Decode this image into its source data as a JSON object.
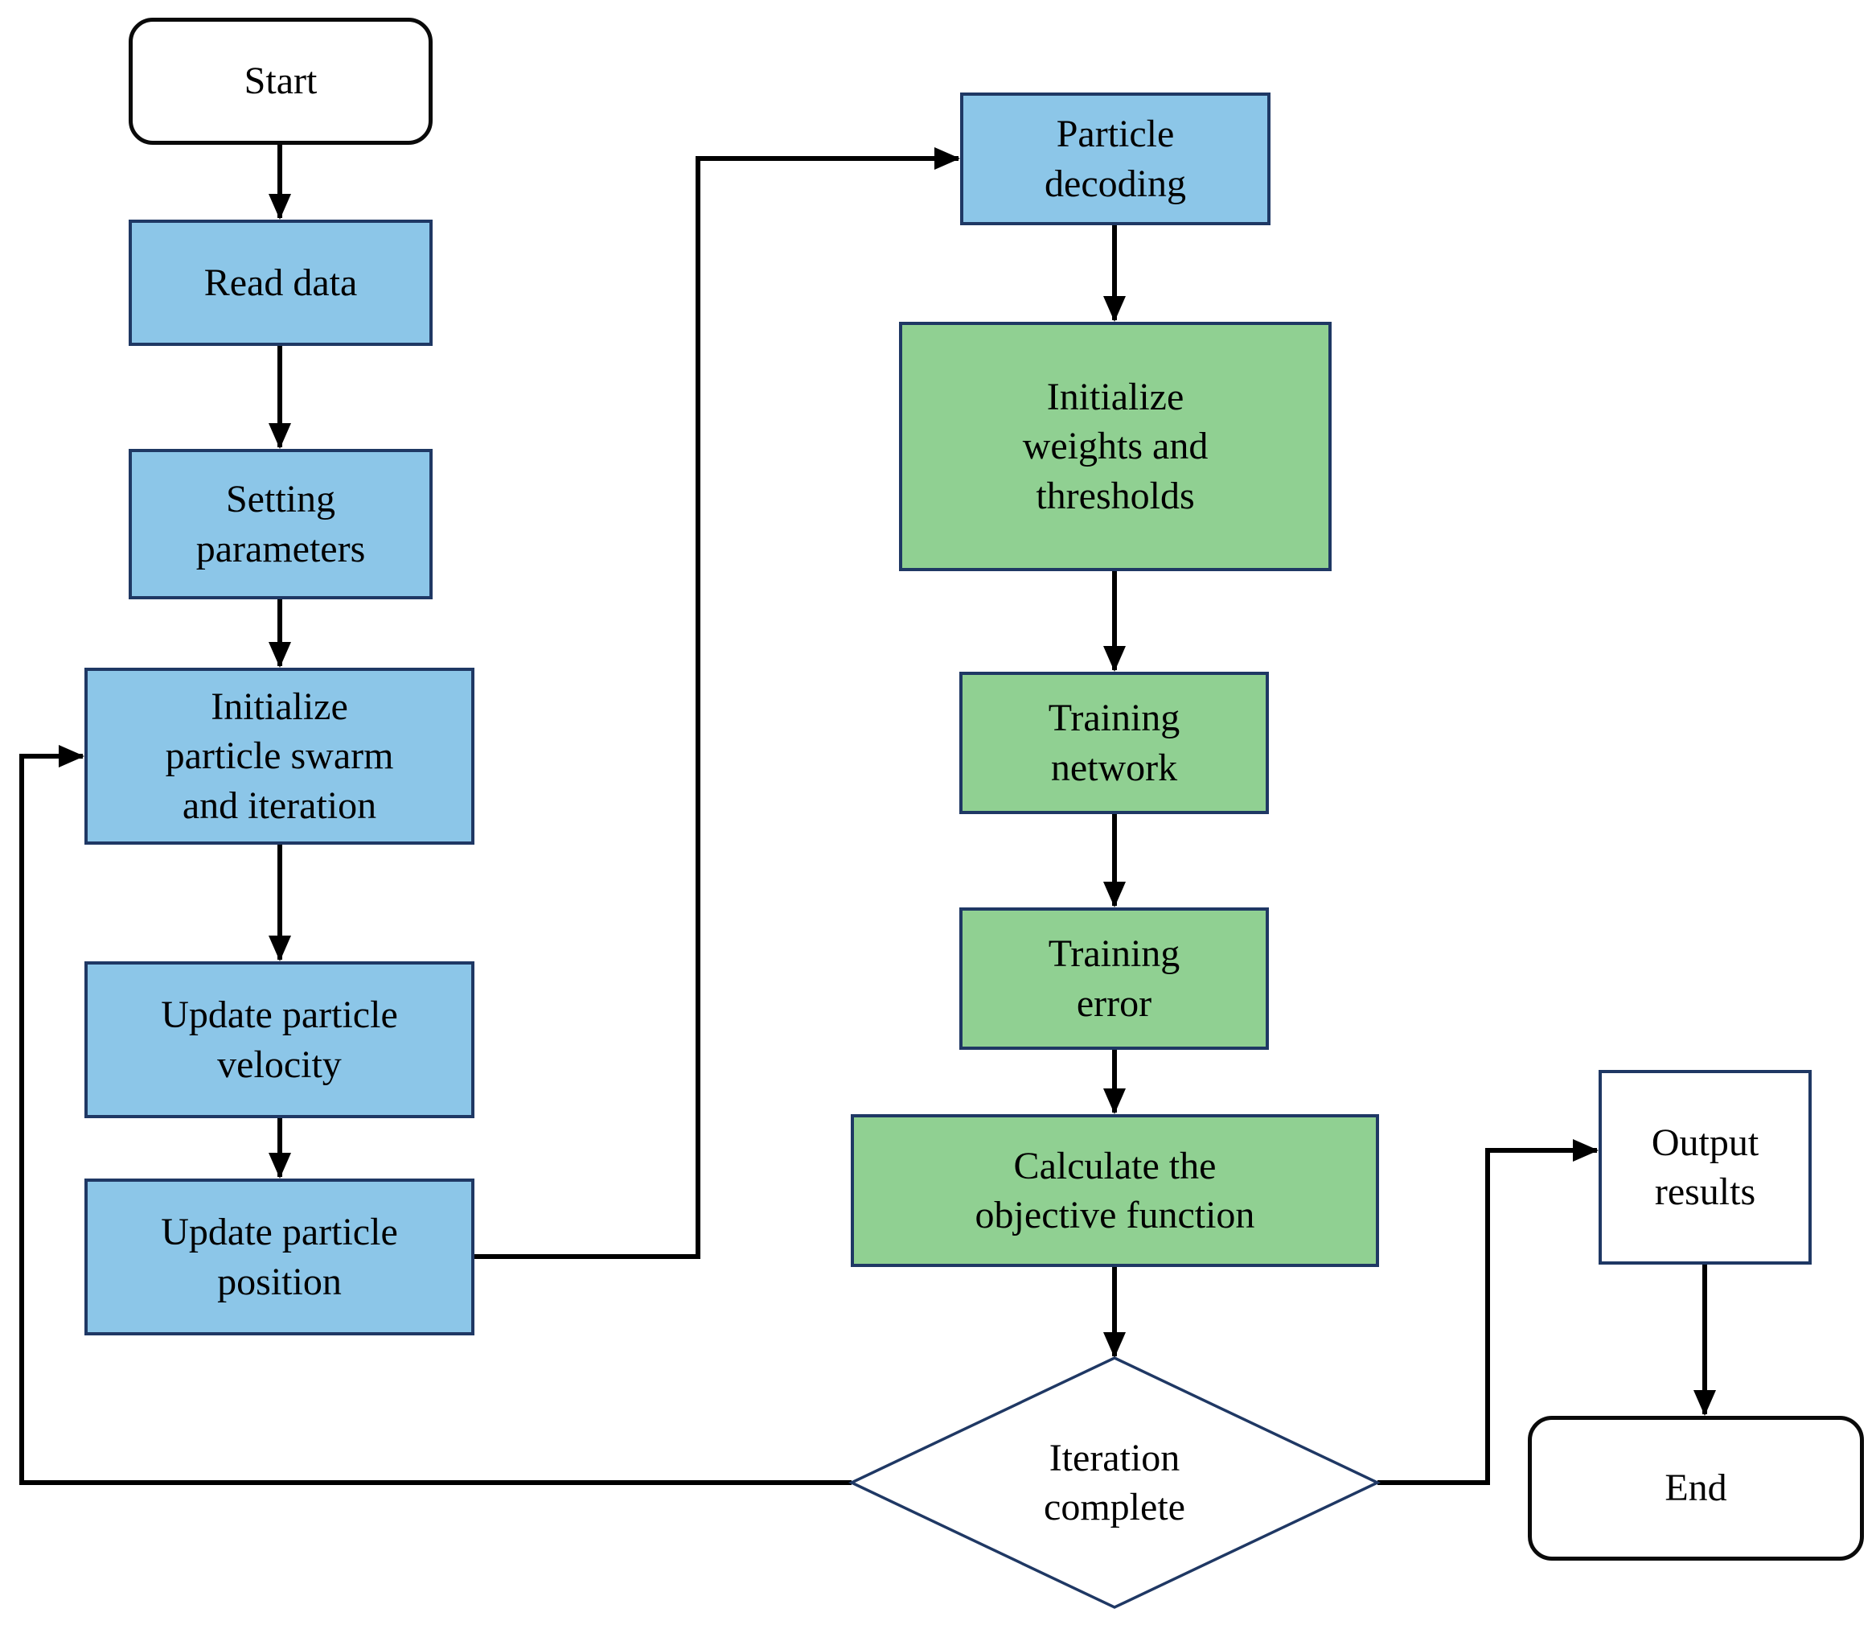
{
  "diagram": {
    "type": "flowchart",
    "description": "PSO optimized neural network training flowchart",
    "colors": {
      "background": "#FFFFFF",
      "process_blue": "#8CC6E8",
      "process_green": "#90D092",
      "node_border_navy": "#1F3864",
      "terminal_border_black": "#0A0A0A",
      "arrow_black": "#000000",
      "text": "#000000",
      "terminal_fill": "#FFFFFF",
      "decision_fill": "#FFFFFF"
    },
    "nodes": [
      {
        "id": "start",
        "label": "Start",
        "shape": "rounded-terminal",
        "fill": "#FFFFFF"
      },
      {
        "id": "read-data",
        "label": "Read data",
        "shape": "process",
        "fill": "#8CC6E8"
      },
      {
        "id": "setting-parameters",
        "label": "Setting\nparameters",
        "shape": "process",
        "fill": "#8CC6E8"
      },
      {
        "id": "init-swarm",
        "label": "Initialize\nparticle swarm\nand iteration",
        "shape": "process",
        "fill": "#8CC6E8"
      },
      {
        "id": "update-velocity",
        "label": "Update particle\nvelocity",
        "shape": "process",
        "fill": "#8CC6E8"
      },
      {
        "id": "update-position",
        "label": "Update particle\nposition",
        "shape": "process",
        "fill": "#8CC6E8"
      },
      {
        "id": "particle-decoding",
        "label": "Particle\ndecoding",
        "shape": "process",
        "fill": "#8CC6E8"
      },
      {
        "id": "init-weights",
        "label": "Initialize\nweights and\nthresholds",
        "shape": "process",
        "fill": "#90D092"
      },
      {
        "id": "training-network",
        "label": "Training\nnetwork",
        "shape": "process",
        "fill": "#90D092"
      },
      {
        "id": "training-error",
        "label": "Training\nerror",
        "shape": "process",
        "fill": "#90D092"
      },
      {
        "id": "calculate-objective",
        "label": "Calculate the\nobjective function",
        "shape": "process",
        "fill": "#90D092"
      },
      {
        "id": "iteration-complete",
        "label": "Iteration\ncomplete",
        "shape": "decision",
        "fill": "#FFFFFF"
      },
      {
        "id": "output-results",
        "label": "Output\nresults",
        "shape": "process-white",
        "fill": "#FFFFFF"
      },
      {
        "id": "end",
        "label": "End",
        "shape": "rounded-terminal",
        "fill": "#FFFFFF"
      }
    ],
    "edges": [
      {
        "from": "start",
        "to": "read-data"
      },
      {
        "from": "read-data",
        "to": "setting-parameters"
      },
      {
        "from": "setting-parameters",
        "to": "init-swarm"
      },
      {
        "from": "init-swarm",
        "to": "update-velocity"
      },
      {
        "from": "update-velocity",
        "to": "update-position"
      },
      {
        "from": "update-position",
        "to": "particle-decoding"
      },
      {
        "from": "particle-decoding",
        "to": "init-weights"
      },
      {
        "from": "init-weights",
        "to": "training-network"
      },
      {
        "from": "training-network",
        "to": "training-error"
      },
      {
        "from": "training-error",
        "to": "calculate-objective"
      },
      {
        "from": "calculate-objective",
        "to": "iteration-complete"
      },
      {
        "from": "iteration-complete",
        "to": "output-results"
      },
      {
        "from": "output-results",
        "to": "end"
      },
      {
        "from": "iteration-complete",
        "to": "init-swarm",
        "note": "loop back"
      }
    ]
  }
}
